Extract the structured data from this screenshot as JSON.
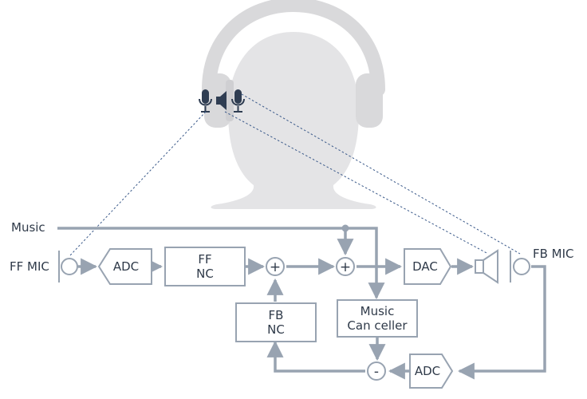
{
  "labels": {
    "music": "Music",
    "ff_mic": "FF MIC",
    "fb_mic": "FB MIC"
  },
  "blocks": {
    "adc_in": "ADC",
    "ff_nc_1": "FF",
    "ff_nc_2": "NC",
    "fb_nc_1": "FB",
    "fb_nc_2": "NC",
    "music_canceller_1": "Music",
    "music_canceller_2": "Can celler",
    "dac": "DAC",
    "adc_fb": "ADC"
  },
  "symbols": {
    "sum_1": "+",
    "sum_2": "+",
    "subtract": "-"
  },
  "colors": {
    "line": "#98a3b1",
    "text": "#2f3a49",
    "head": "#e4e4e6",
    "headphone": "#d9d9db",
    "icon": "#2f3d52"
  }
}
